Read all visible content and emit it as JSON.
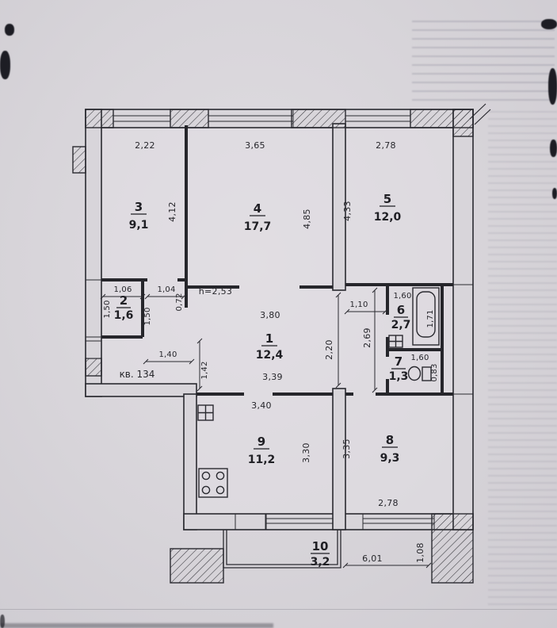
{
  "document": {
    "apartment_label": "кв. 134",
    "ceiling_height_note": "h=2,53"
  },
  "rooms": {
    "r1": {
      "number": "1",
      "area": "12,4"
    },
    "r2": {
      "number": "2",
      "area": "1,6"
    },
    "r3": {
      "number": "3",
      "area": "9,1"
    },
    "r4": {
      "number": "4",
      "area": "17,7"
    },
    "r5": {
      "number": "5",
      "area": "12,0"
    },
    "r6": {
      "number": "6",
      "area": "2,7"
    },
    "r7": {
      "number": "7",
      "area": "1,3"
    },
    "r8": {
      "number": "8",
      "area": "9,3"
    },
    "r9": {
      "number": "9",
      "area": "11,2"
    },
    "r10": {
      "number": "10",
      "area": "3,2"
    }
  },
  "dims": {
    "top_left": "2,22",
    "top_mid": "3,65",
    "top_right": "2,78",
    "room3_depth": "4,12",
    "room4_depth": "4,85",
    "room5_depth": "4,33",
    "room2_width": "1,06",
    "room2_left": "1,50",
    "room2_right": "1,50",
    "door_width": "1,04",
    "wall_stub": "0,72",
    "hall_width": "3,80",
    "nook_width": "1,10",
    "bath_width": "1,60",
    "bath_depth": "1,71",
    "nook_depth": "2,69",
    "entry_width": "1,40",
    "entry_depth": "1,42",
    "hall_lower_width": "3,39",
    "opening_height": "2,20",
    "wc_width": "1,60",
    "wc_depth": "0,83",
    "kitchen_width": "3,40",
    "kitchen_depth": "3,30",
    "room8_depth": "3,35",
    "room8_window": "2,78",
    "total_width": "6,01",
    "parapet": "1,08"
  }
}
